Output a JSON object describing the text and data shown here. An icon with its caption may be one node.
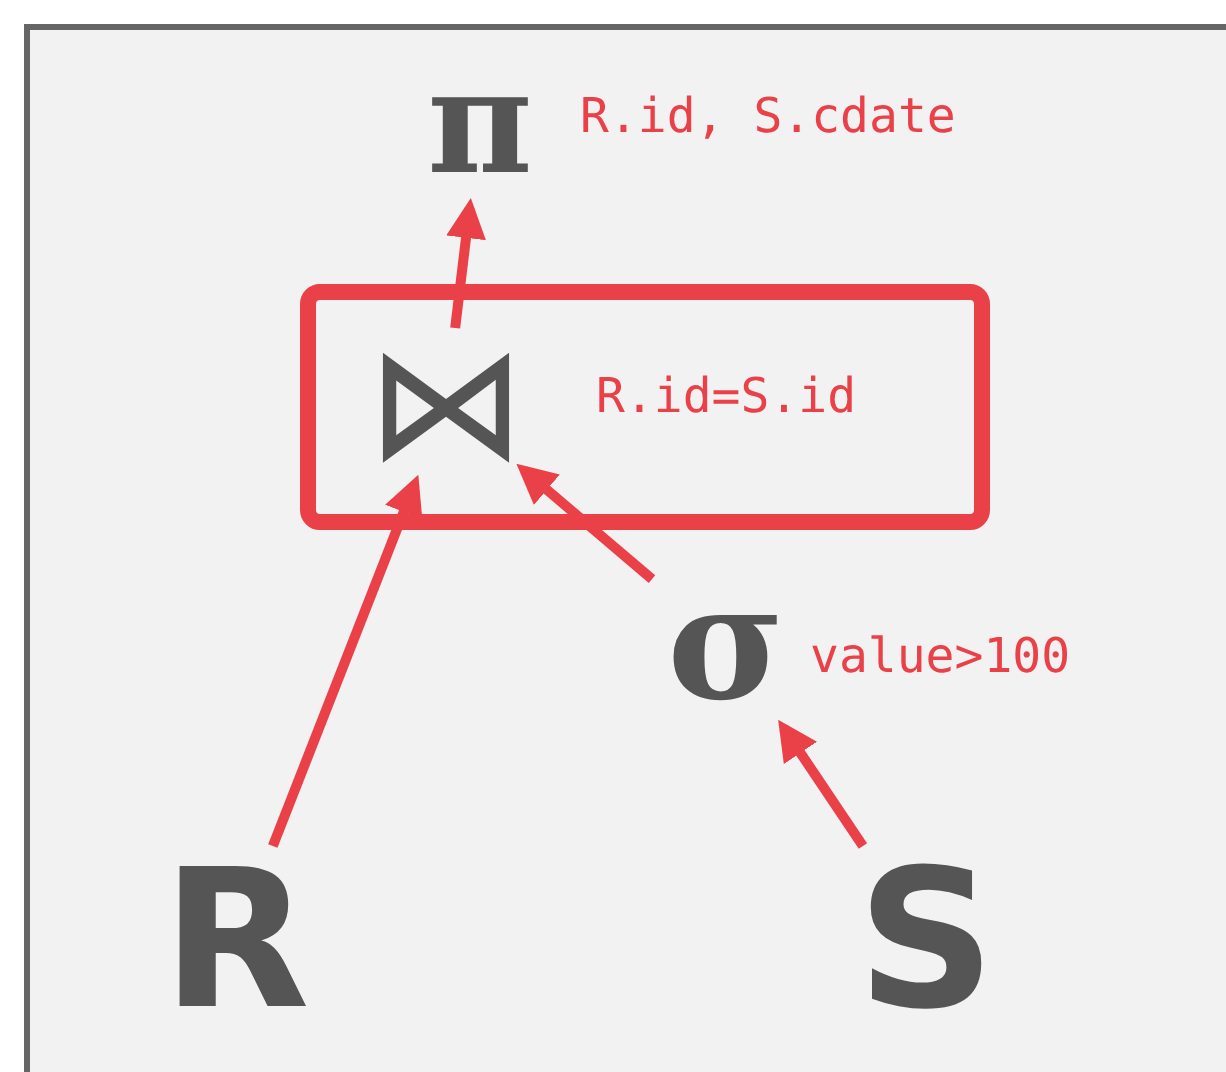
{
  "diagram": {
    "nodes": [
      {
        "text": [
          "π"
        ],
        "beside": [
          "R.id, S.cdate"
        ]
      },
      {
        "text": [],
        "shape": "box"
      },
      {
        "text": [
          "⋈"
        ],
        "in": 1,
        "beside": [
          "R.id=S.id"
        ]
      },
      {
        "text": [
          "σ"
        ],
        "beside": [
          "value>100"
        ]
      },
      {
        "text": [
          "R"
        ]
      },
      {
        "text": [
          "S"
        ]
      }
    ],
    "edges": [
      {
        "from": 2,
        "to": 0,
        "arrow": "to"
      },
      {
        "from": 4,
        "to": 2,
        "arrow": "to"
      },
      {
        "from": 3,
        "to": 2,
        "arrow": "to"
      },
      {
        "from": 5,
        "to": 3,
        "arrow": "to"
      }
    ]
  }
}
